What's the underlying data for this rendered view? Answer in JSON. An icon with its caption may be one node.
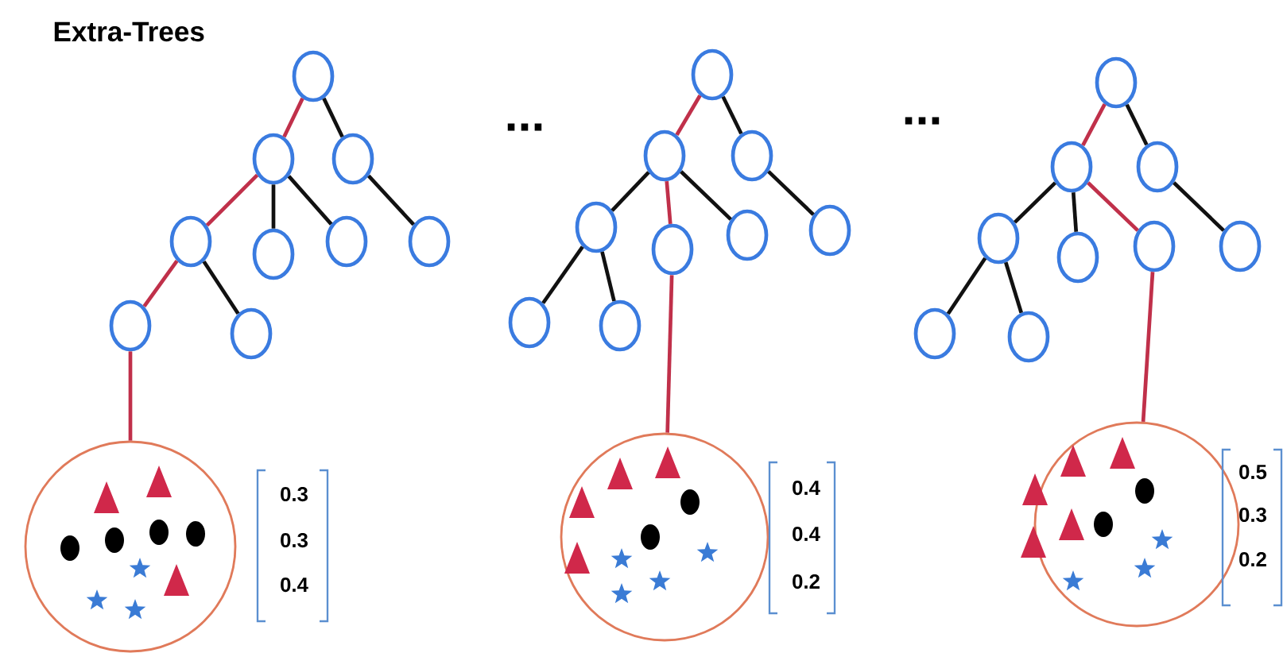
{
  "diagram": {
    "title": "Extra-Trees",
    "nodes": [
      {
        "text": [],
        "shape": "circle"
      },
      {
        "text": [],
        "shape": "circle"
      },
      {
        "text": [],
        "shape": "circle"
      },
      {
        "text": [],
        "shape": "circle"
      },
      {
        "text": [],
        "shape": "circle"
      },
      {
        "text": [],
        "shape": "circle"
      },
      {
        "text": [],
        "shape": "circle"
      },
      {
        "text": [],
        "shape": "circle"
      },
      {
        "text": [],
        "shape": "circle"
      },
      {
        "text": [],
        "shape": "circle"
      },
      {
        "text": [],
        "shape": "circle"
      },
      {
        "text": [],
        "shape": "circle"
      },
      {
        "text": [],
        "shape": "circle"
      },
      {
        "text": [],
        "shape": "circle"
      },
      {
        "text": [],
        "shape": "circle"
      },
      {
        "text": [],
        "shape": "circle"
      },
      {
        "text": [],
        "shape": "circle"
      },
      {
        "text": [],
        "shape": "circle"
      },
      {
        "text": [],
        "shape": "circle"
      },
      {
        "text": [],
        "shape": "circle"
      },
      {
        "text": [],
        "shape": "circle"
      },
      {
        "text": [],
        "shape": "circle"
      },
      {
        "text": [],
        "shape": "circle"
      },
      {
        "text": [],
        "shape": "circle"
      },
      {
        "text": [],
        "shape": "circle"
      },
      {
        "text": [],
        "shape": "circle"
      },
      {
        "text": [],
        "shape": "circle"
      },
      {
        "text": [],
        "shape": "circle"
      },
      {
        "text": [],
        "shape": "circle"
      },
      {
        "text": [],
        "shape": "circle"
      }
    ],
    "edges": [
      {
        "from": 0,
        "to": 1,
        "arrow": "none",
        "color": "#c0304a"
      },
      {
        "from": 0,
        "to": 2,
        "arrow": "none"
      },
      {
        "from": 1,
        "to": 3,
        "arrow": "none",
        "color": "#c0304a"
      },
      {
        "from": 1,
        "to": 4,
        "arrow": "none"
      },
      {
        "from": 1,
        "to": 5,
        "arrow": "none"
      },
      {
        "from": 2,
        "to": 6,
        "arrow": "none"
      },
      {
        "from": 3,
        "to": 7,
        "arrow": "none",
        "color": "#c0304a"
      },
      {
        "from": 3,
        "to": 8,
        "arrow": "none"
      },
      {
        "from": 7,
        "to": 9,
        "arrow": "none",
        "color": "#c0304a"
      },
      {
        "from": 10,
        "to": 11,
        "arrow": "none",
        "color": "#c0304a"
      },
      {
        "from": 10,
        "to": 12,
        "arrow": "none"
      },
      {
        "from": 11,
        "to": 13,
        "arrow": "none"
      },
      {
        "from": 11,
        "to": 14,
        "arrow": "none",
        "color": "#c0304a"
      },
      {
        "from": 11,
        "to": 15,
        "arrow": "none"
      },
      {
        "from": 12,
        "to": 16,
        "arrow": "none"
      },
      {
        "from": 13,
        "to": 17,
        "arrow": "none"
      },
      {
        "from": 13,
        "to": 18,
        "arrow": "none"
      },
      {
        "from": 14,
        "to": 19,
        "arrow": "none",
        "color": "#c0304a"
      },
      {
        "from": 20,
        "to": 21,
        "arrow": "none",
        "color": "#c0304a"
      },
      {
        "from": 20,
        "to": 22,
        "arrow": "none"
      },
      {
        "from": 21,
        "to": 23,
        "arrow": "none"
      },
      {
        "from": 21,
        "to": 24,
        "arrow": "none"
      },
      {
        "from": 21,
        "to": 25,
        "arrow": "none",
        "color": "#c0304a"
      },
      {
        "from": 22,
        "to": 26,
        "arrow": "none"
      },
      {
        "from": 23,
        "to": 27,
        "arrow": "none"
      },
      {
        "from": 23,
        "to": 28,
        "arrow": "none"
      },
      {
        "from": 25,
        "to": 29,
        "arrow": "none",
        "color": "#c0304a"
      }
    ],
    "labels": [
      "...",
      "...",
      "0.3",
      "0.3",
      "0.4",
      "0.4",
      "0.4",
      "0.2",
      "0.5",
      "0.3",
      "0.2"
    ]
  }
}
